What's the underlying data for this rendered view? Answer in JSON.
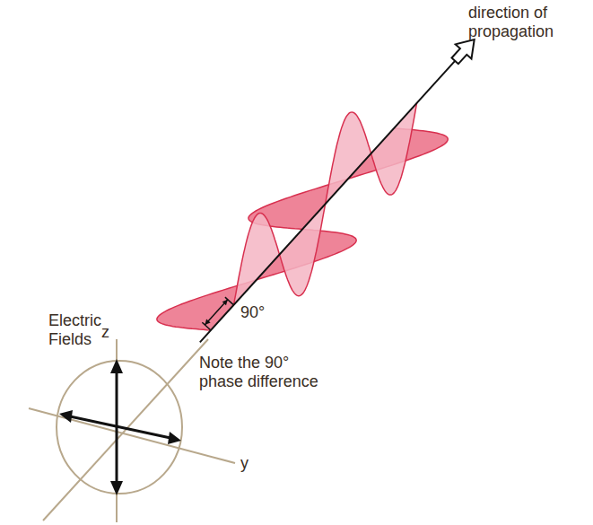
{
  "diagram": {
    "labels": [
      "direction of propagation",
      "90°",
      "Electric Fields",
      "z",
      "Note the 90° phase difference",
      "y"
    ]
  }
}
